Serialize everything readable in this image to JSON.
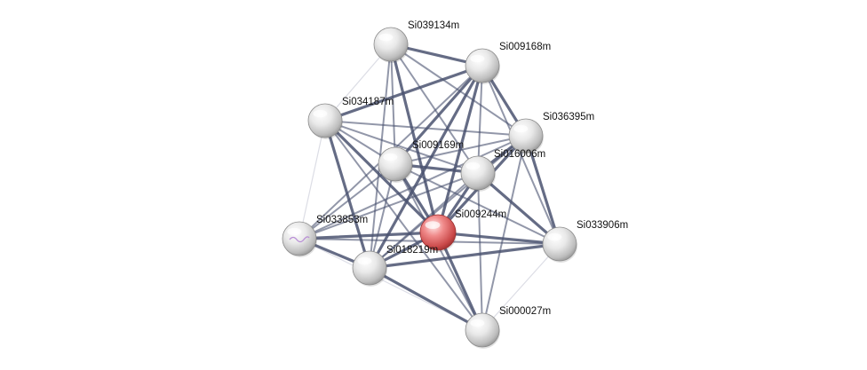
{
  "network": {
    "query_node": "Si009244m",
    "nodes": [
      {
        "id": "Si039134m",
        "label": "Si039134m",
        "query": false
      },
      {
        "id": "Si009168m",
        "label": "Si009168m",
        "query": false
      },
      {
        "id": "Si034187m",
        "label": "Si034187m",
        "query": false
      },
      {
        "id": "Si036395m",
        "label": "Si036395m",
        "query": false
      },
      {
        "id": "Si009169m",
        "label": "Si009169m",
        "query": false
      },
      {
        "id": "Si016006m",
        "label": "Si016006m",
        "query": false
      },
      {
        "id": "Si009244m",
        "label": "Si009244m",
        "query": true
      },
      {
        "id": "Si033853m",
        "label": "Si033853m",
        "query": false
      },
      {
        "id": "Si033906m",
        "label": "Si033906m",
        "query": false
      },
      {
        "id": "Si018219m",
        "label": "Si018219m",
        "query": false
      },
      {
        "id": "Si000027m",
        "label": "Si000027m",
        "query": false
      }
    ],
    "edges": [
      {
        "a": "Si039134m",
        "b": "Si009168m",
        "strength": "strong"
      },
      {
        "a": "Si039134m",
        "b": "Si034187m",
        "strength": "weak"
      },
      {
        "a": "Si039134m",
        "b": "Si009169m",
        "strength": "medium"
      },
      {
        "a": "Si039134m",
        "b": "Si016006m",
        "strength": "medium"
      },
      {
        "a": "Si039134m",
        "b": "Si009244m",
        "strength": "strong"
      },
      {
        "a": "Si039134m",
        "b": "Si018219m",
        "strength": "medium"
      },
      {
        "a": "Si039134m",
        "b": "Si036395m",
        "strength": "medium"
      },
      {
        "a": "Si009168m",
        "b": "Si034187m",
        "strength": "strong"
      },
      {
        "a": "Si009168m",
        "b": "Si036395m",
        "strength": "strong"
      },
      {
        "a": "Si009168m",
        "b": "Si009169m",
        "strength": "strong"
      },
      {
        "a": "Si009168m",
        "b": "Si016006m",
        "strength": "medium"
      },
      {
        "a": "Si009168m",
        "b": "Si009244m",
        "strength": "strong"
      },
      {
        "a": "Si009168m",
        "b": "Si018219m",
        "strength": "strong"
      },
      {
        "a": "Si009168m",
        "b": "Si033906m",
        "strength": "medium"
      },
      {
        "a": "Si009168m",
        "b": "Si033853m",
        "strength": "medium"
      },
      {
        "a": "Si034187m",
        "b": "Si036395m",
        "strength": "medium"
      },
      {
        "a": "Si034187m",
        "b": "Si009169m",
        "strength": "medium"
      },
      {
        "a": "Si034187m",
        "b": "Si016006m",
        "strength": "medium"
      },
      {
        "a": "Si034187m",
        "b": "Si009244m",
        "strength": "strong"
      },
      {
        "a": "Si034187m",
        "b": "Si033853m",
        "strength": "weak"
      },
      {
        "a": "Si034187m",
        "b": "Si018219m",
        "strength": "strong"
      },
      {
        "a": "Si034187m",
        "b": "Si000027m",
        "strength": "medium"
      },
      {
        "a": "Si036395m",
        "b": "Si009169m",
        "strength": "medium"
      },
      {
        "a": "Si036395m",
        "b": "Si016006m",
        "strength": "strong"
      },
      {
        "a": "Si036395m",
        "b": "Si009244m",
        "strength": "strong"
      },
      {
        "a": "Si036395m",
        "b": "Si033906m",
        "strength": "strong"
      },
      {
        "a": "Si036395m",
        "b": "Si033853m",
        "strength": "medium"
      },
      {
        "a": "Si036395m",
        "b": "Si018219m",
        "strength": "medium"
      },
      {
        "a": "Si036395m",
        "b": "Si000027m",
        "strength": "medium"
      },
      {
        "a": "Si009169m",
        "b": "Si016006m",
        "strength": "strong"
      },
      {
        "a": "Si009169m",
        "b": "Si009244m",
        "strength": "strong"
      },
      {
        "a": "Si009169m",
        "b": "Si018219m",
        "strength": "medium"
      },
      {
        "a": "Si009169m",
        "b": "Si033853m",
        "strength": "medium"
      },
      {
        "a": "Si009169m",
        "b": "Si033906m",
        "strength": "medium"
      },
      {
        "a": "Si009169m",
        "b": "Si000027m",
        "strength": "medium"
      },
      {
        "a": "Si016006m",
        "b": "Si009244m",
        "strength": "strong"
      },
      {
        "a": "Si016006m",
        "b": "Si018219m",
        "strength": "medium"
      },
      {
        "a": "Si016006m",
        "b": "Si033906m",
        "strength": "strong"
      },
      {
        "a": "Si016006m",
        "b": "Si000027m",
        "strength": "medium"
      },
      {
        "a": "Si016006m",
        "b": "Si033853m",
        "strength": "medium"
      },
      {
        "a": "Si009244m",
        "b": "Si033853m",
        "strength": "strong"
      },
      {
        "a": "Si009244m",
        "b": "Si018219m",
        "strength": "strong"
      },
      {
        "a": "Si009244m",
        "b": "Si033906m",
        "strength": "strong"
      },
      {
        "a": "Si009244m",
        "b": "Si000027m",
        "strength": "strong"
      },
      {
        "a": "Si033853m",
        "b": "Si018219m",
        "strength": "strong"
      },
      {
        "a": "Si033853m",
        "b": "Si000027m",
        "strength": "weak"
      },
      {
        "a": "Si033853m",
        "b": "Si033906m",
        "strength": "medium"
      },
      {
        "a": "Si018219m",
        "b": "Si033906m",
        "strength": "strong"
      },
      {
        "a": "Si018219m",
        "b": "Si000027m",
        "strength": "strong"
      },
      {
        "a": "Si033906m",
        "b": "Si000027m",
        "strength": "weak"
      }
    ],
    "colors": {
      "edge": "#4a5270",
      "node_default": "#d8d8d8",
      "node_query": "#e06a6a"
    }
  }
}
